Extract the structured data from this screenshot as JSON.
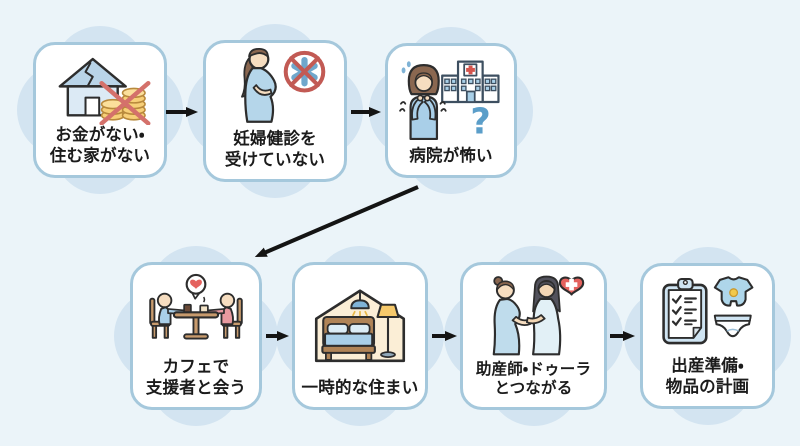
{
  "diagram": {
    "language": "ja",
    "colors": {
      "background": "#ebf4f9",
      "petal": "#d3e4f1",
      "card_bg": "#ffffff",
      "card_border": "#a5c8dc",
      "text": "#1b1b1b",
      "arrow": "#141414",
      "accent_red": "#d4716b",
      "accent_blue": "#a9cfe8"
    },
    "nodes": [
      {
        "id": 1,
        "label": "お金がない・\n住む家がない",
        "icon": "house-no-money-icon"
      },
      {
        "id": 2,
        "label": "妊婦健診を\n受けていない",
        "icon": "pregnant-no-checkup-icon"
      },
      {
        "id": 3,
        "label": "病院が怖い",
        "icon": "hospital-fear-icon"
      },
      {
        "id": 4,
        "label": "カフェで\n支援者と会う",
        "icon": "cafe-support-meeting-icon"
      },
      {
        "id": 5,
        "label": "一時的な住まい",
        "icon": "temporary-housing-icon"
      },
      {
        "id": 6,
        "label": "助産師・ドゥーラ\nとつながる",
        "icon": "midwife-doula-icon"
      },
      {
        "id": 7,
        "label": "出産準備・\n物品の計画",
        "icon": "birth-supplies-plan-icon"
      }
    ],
    "edges": [
      {
        "from": 1,
        "to": 2
      },
      {
        "from": 2,
        "to": 3
      },
      {
        "from": 3,
        "to": 4
      },
      {
        "from": 4,
        "to": 5
      },
      {
        "from": 5,
        "to": 6
      },
      {
        "from": 6,
        "to": 7
      }
    ]
  }
}
